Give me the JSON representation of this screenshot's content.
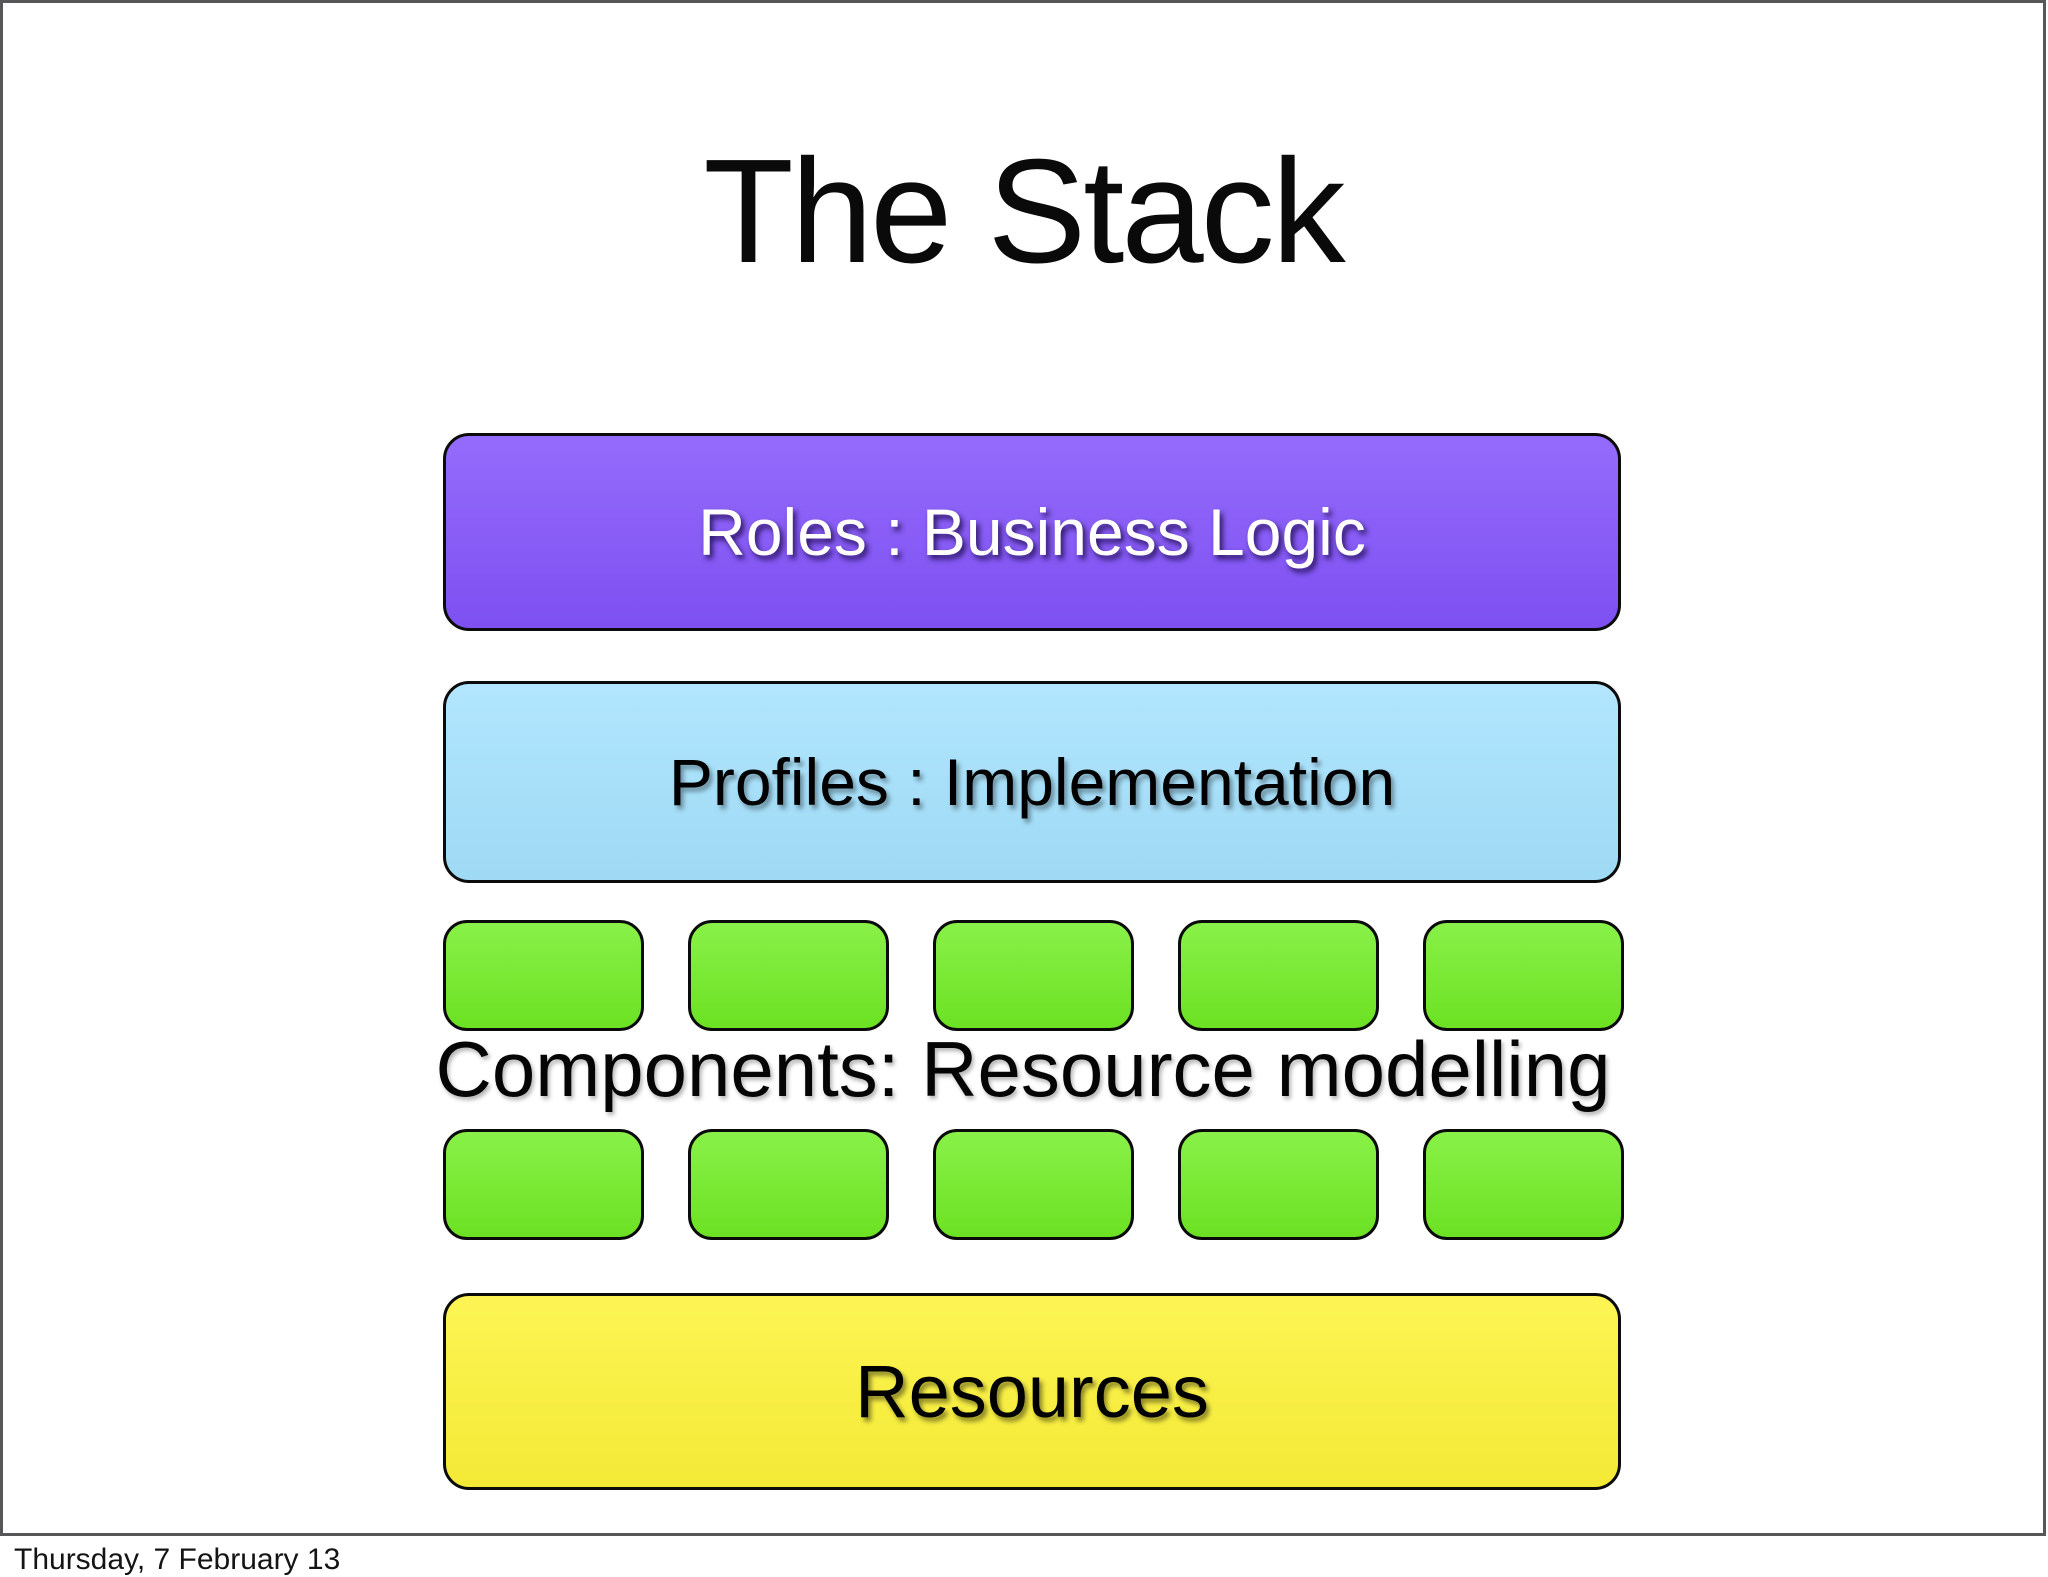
{
  "slide": {
    "title": "The Stack",
    "layers": {
      "roles": {
        "label": "Roles : Business Logic",
        "color": "#8353fb",
        "text_color": "#ffffff"
      },
      "profiles": {
        "label": "Profiles : Implementation",
        "color": "#a5e2fe",
        "text_color": "#000000"
      },
      "components": {
        "label": "Components: Resource modelling",
        "block_color": "#72ee25",
        "rows": 2,
        "blocks_per_row": 5,
        "text_color": "#000000"
      },
      "resources": {
        "label": "Resources",
        "color": "#fdf338",
        "text_color": "#000000"
      }
    },
    "frame_border_color": "#57575a",
    "footer": "Thursday, 7 February 13"
  }
}
